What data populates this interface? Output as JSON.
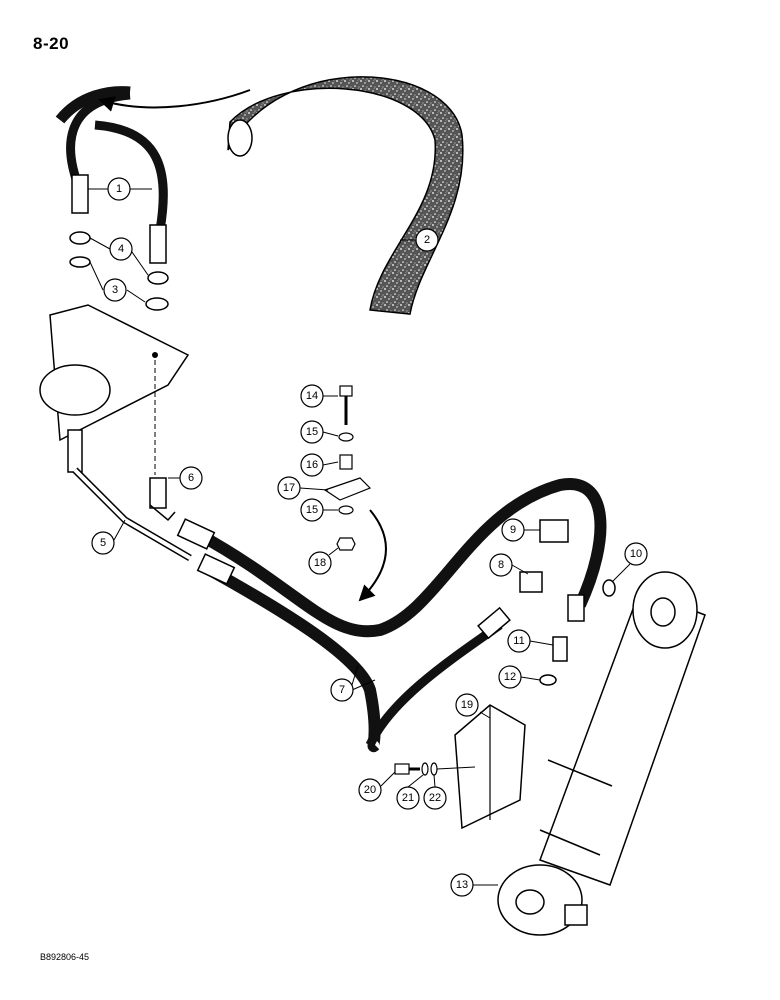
{
  "page": {
    "number": "8-20",
    "catalog_code": "B892806-45"
  },
  "callouts": [
    "1",
    "2",
    "3",
    "4",
    "5",
    "6",
    "7",
    "8",
    "9",
    "10",
    "11",
    "12",
    "13",
    "14",
    "15",
    "15",
    "16",
    "17",
    "18",
    "19",
    "20",
    "21",
    "22"
  ]
}
